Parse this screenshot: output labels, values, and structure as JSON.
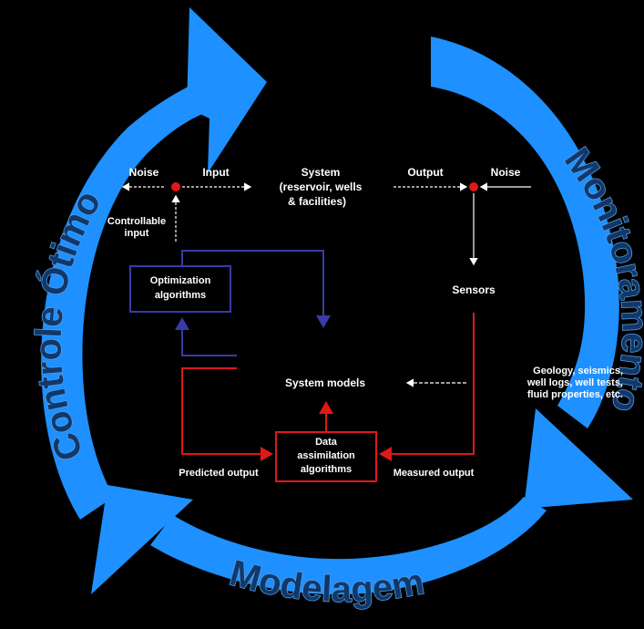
{
  "cycle": {
    "left_label": "Controle Ótimo",
    "right_label": "Monitoramento",
    "bottom_label": "Modelagem"
  },
  "diagram": {
    "noise_left": "Noise",
    "input": "Input",
    "system_line1": "System",
    "system_line2": "(reservoir, wells",
    "system_line3": "& facilities)",
    "output": "Output",
    "noise_right": "Noise",
    "controllable_input_line1": "Controllable",
    "controllable_input_line2": "input",
    "optimization_line1": "Optimization",
    "optimization_line2": "algorithms",
    "sensors": "Sensors",
    "system_models": "System models",
    "geology_line1": "Geology, seismics,",
    "geology_line2": "well logs, well tests,",
    "geology_line3": "fluid properties, etc.",
    "data_assim_line1": "Data",
    "data_assim_line2": "assimilation",
    "data_assim_line3": "algorithms",
    "predicted_output": "Predicted output",
    "measured_output": "Measured output"
  },
  "colors": {
    "background": "#000000",
    "cycle_arrow": "#1e90ff",
    "cycle_text": "#10386b",
    "optimization_loop": "#3a3aa8",
    "assimilation_loop": "#e01818",
    "noise_point": "#e01818"
  }
}
